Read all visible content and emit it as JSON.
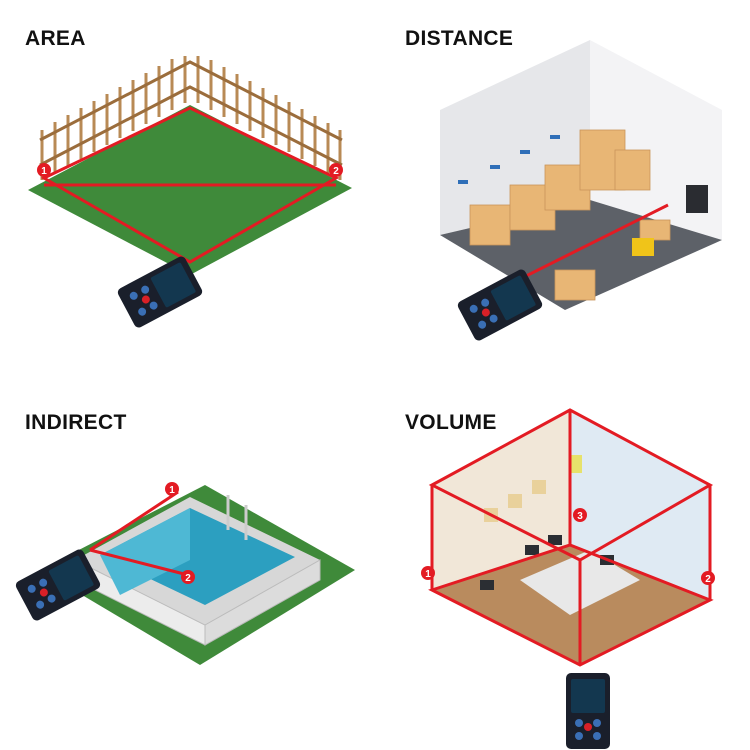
{
  "panels": {
    "area": {
      "title": "AREA",
      "markers": [
        "1",
        "2"
      ]
    },
    "distance": {
      "title": "DISTANCE"
    },
    "indirect": {
      "title": "INDIRECT",
      "markers": [
        "1",
        "2"
      ]
    },
    "volume": {
      "title": "VOLUME",
      "markers": [
        "1",
        "2",
        "3"
      ]
    }
  },
  "colors": {
    "laser": "#e31b23",
    "grass": "#3f8a3a",
    "device": "#1a1f2b",
    "screen": "#13374f"
  }
}
